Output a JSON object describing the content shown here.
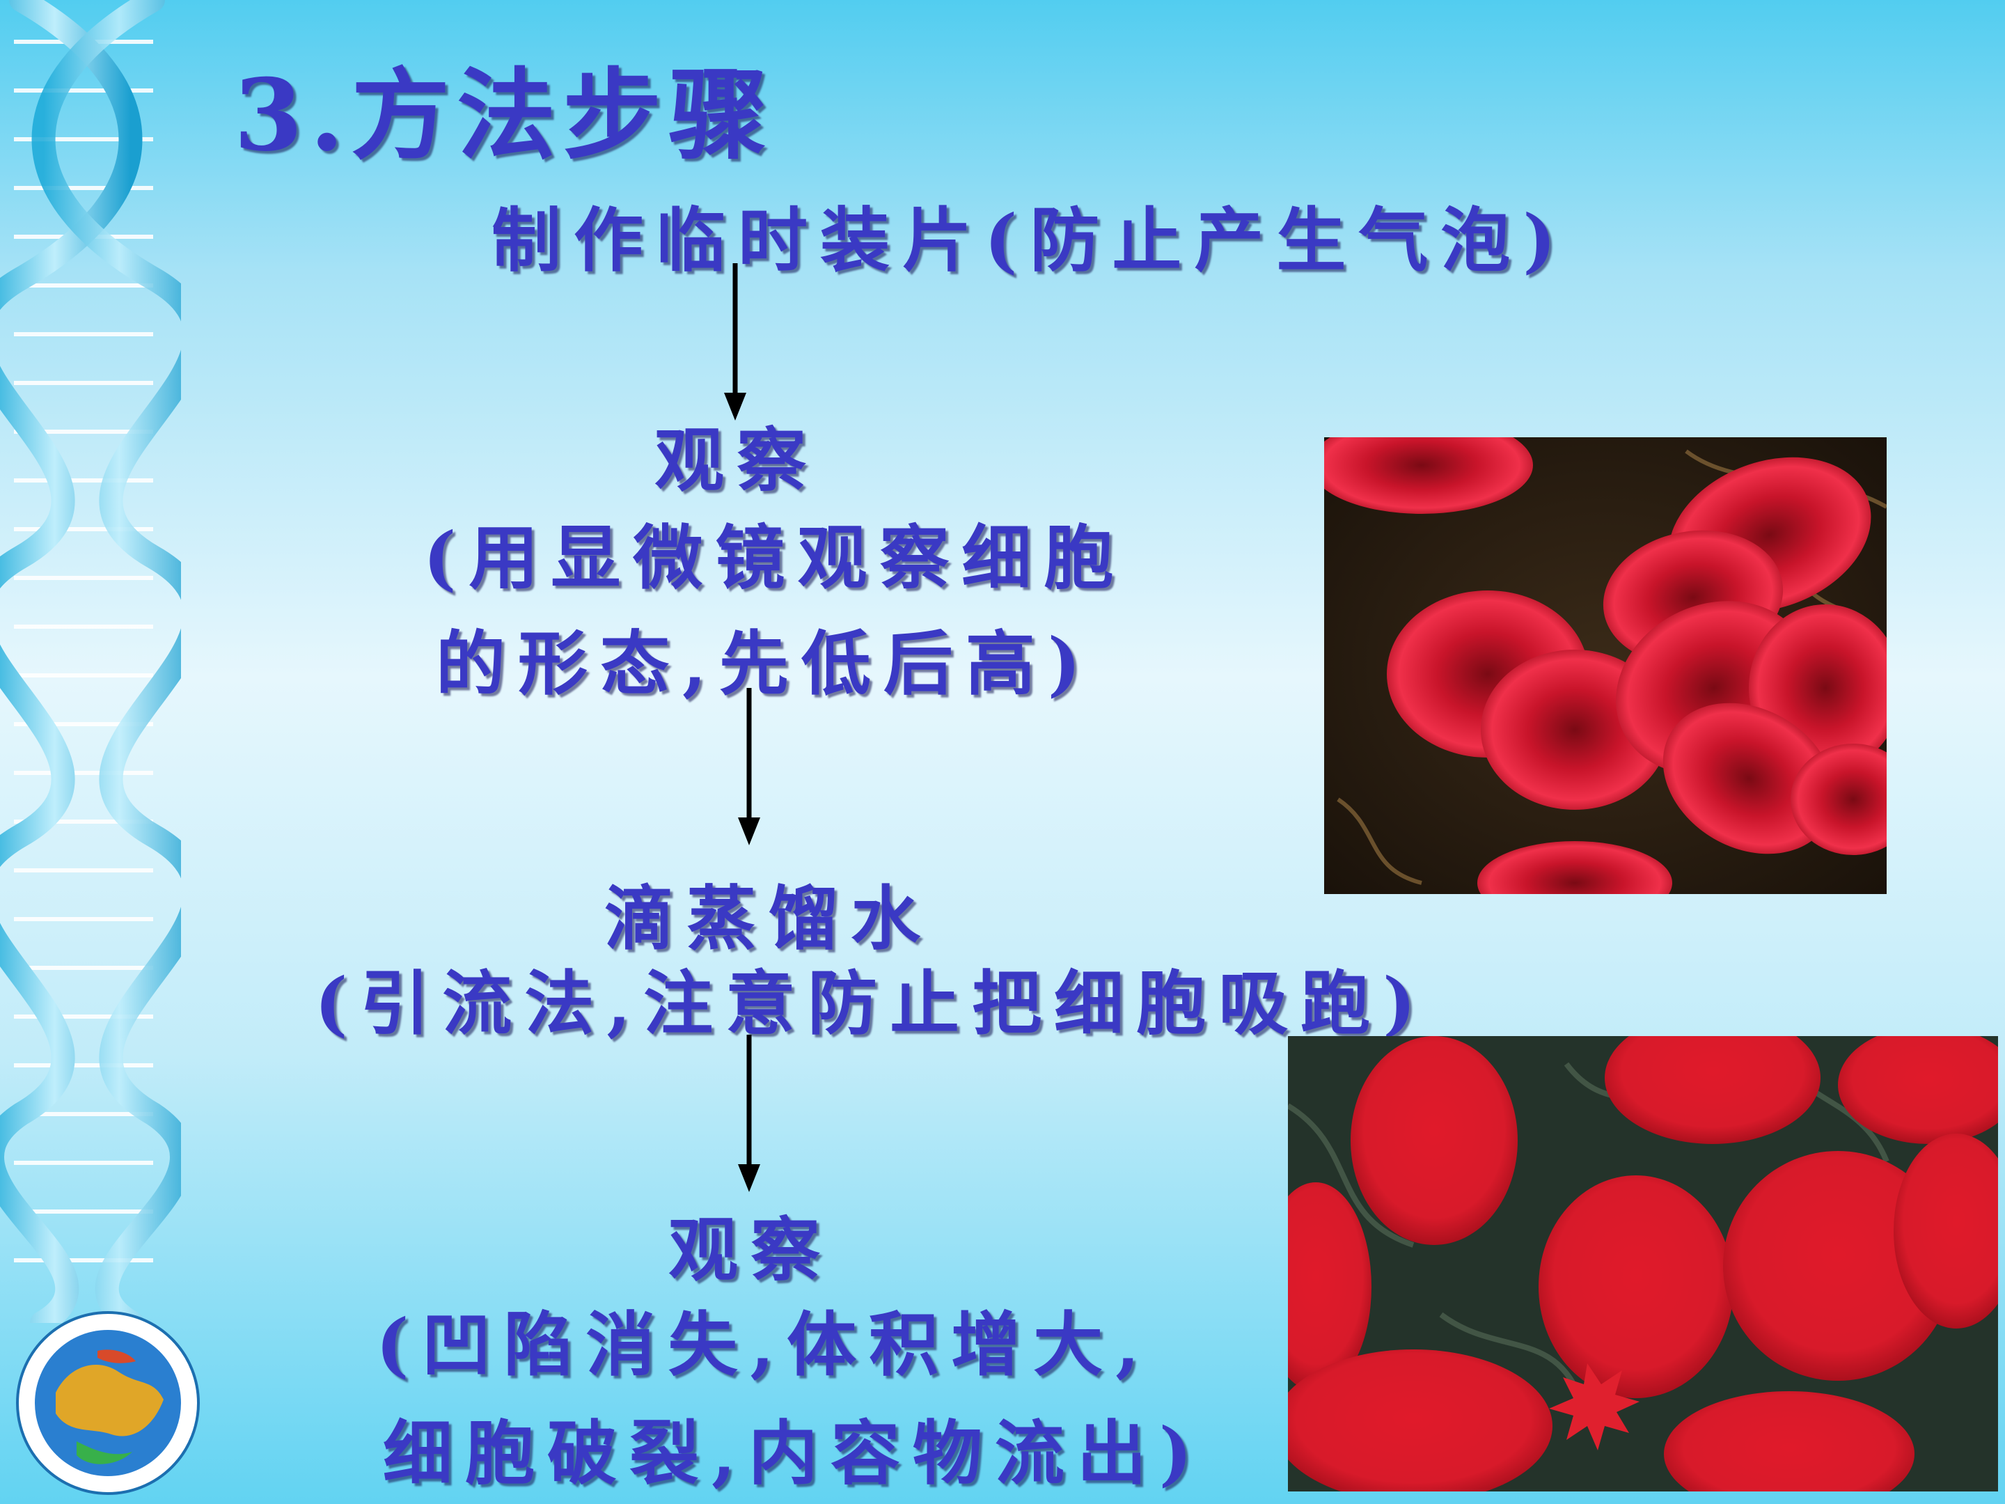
{
  "slide": {
    "title": "3.方法步骤",
    "steps": [
      {
        "lines": [
          "制作临时装片(防止产生气泡)"
        ]
      },
      {
        "lines": [
          "观察",
          "(用显微镜观察细胞",
          "的形态,先低后高)"
        ]
      },
      {
        "lines": [
          "滴蒸馏水",
          "(引流法,注意防止把细胞吸跑)"
        ]
      },
      {
        "lines": [
          "观察",
          "(凹陷消失,体积增大,",
          "细胞破裂,内容物流出)"
        ]
      }
    ]
  },
  "colors": {
    "text": "#3a39c4",
    "background_top": "#52cdf0",
    "background_mid": "#e6f7fd",
    "cell_red": "#d81a2a"
  },
  "icons": {
    "dna": "dna-helix-icon",
    "logo": "globe-logo-icon"
  }
}
